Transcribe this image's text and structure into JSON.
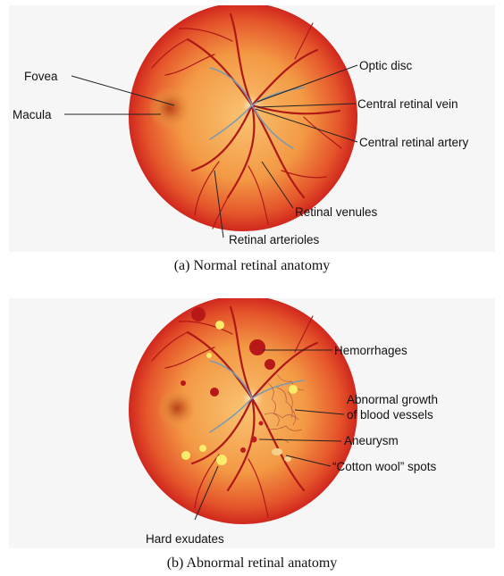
{
  "normal": {
    "caption": "(a) Normal retinal anatomy",
    "labels": {
      "fovea": "Fovea",
      "macula": "Macula",
      "optic_disc": "Optic disc",
      "central_retinal_vein": "Central retinal vein",
      "central_retinal_artery": "Central retinal artery",
      "retinal_venules": "Retinal venules",
      "retinal_arterioles": "Retinal arterioles"
    }
  },
  "abnormal": {
    "caption": "(b) Abnormal retinal anatomy",
    "labels": {
      "hemorrhages": "Hemorrhages",
      "abnormal_growth_line1": "Abnormal growth",
      "abnormal_growth_line2": "of blood vessels",
      "aneurysm": "Aneurysm",
      "cotton_wool": "“Cotton wool” spots",
      "hard_exudates": "Hard exudates"
    }
  },
  "colors": {
    "retina_center": "#f7b45c",
    "retina_edge": "#d8281e",
    "vessel_artery": "#b01818",
    "vessel_vein": "#7a9bb0",
    "exudate": "#f8ec6a"
  }
}
